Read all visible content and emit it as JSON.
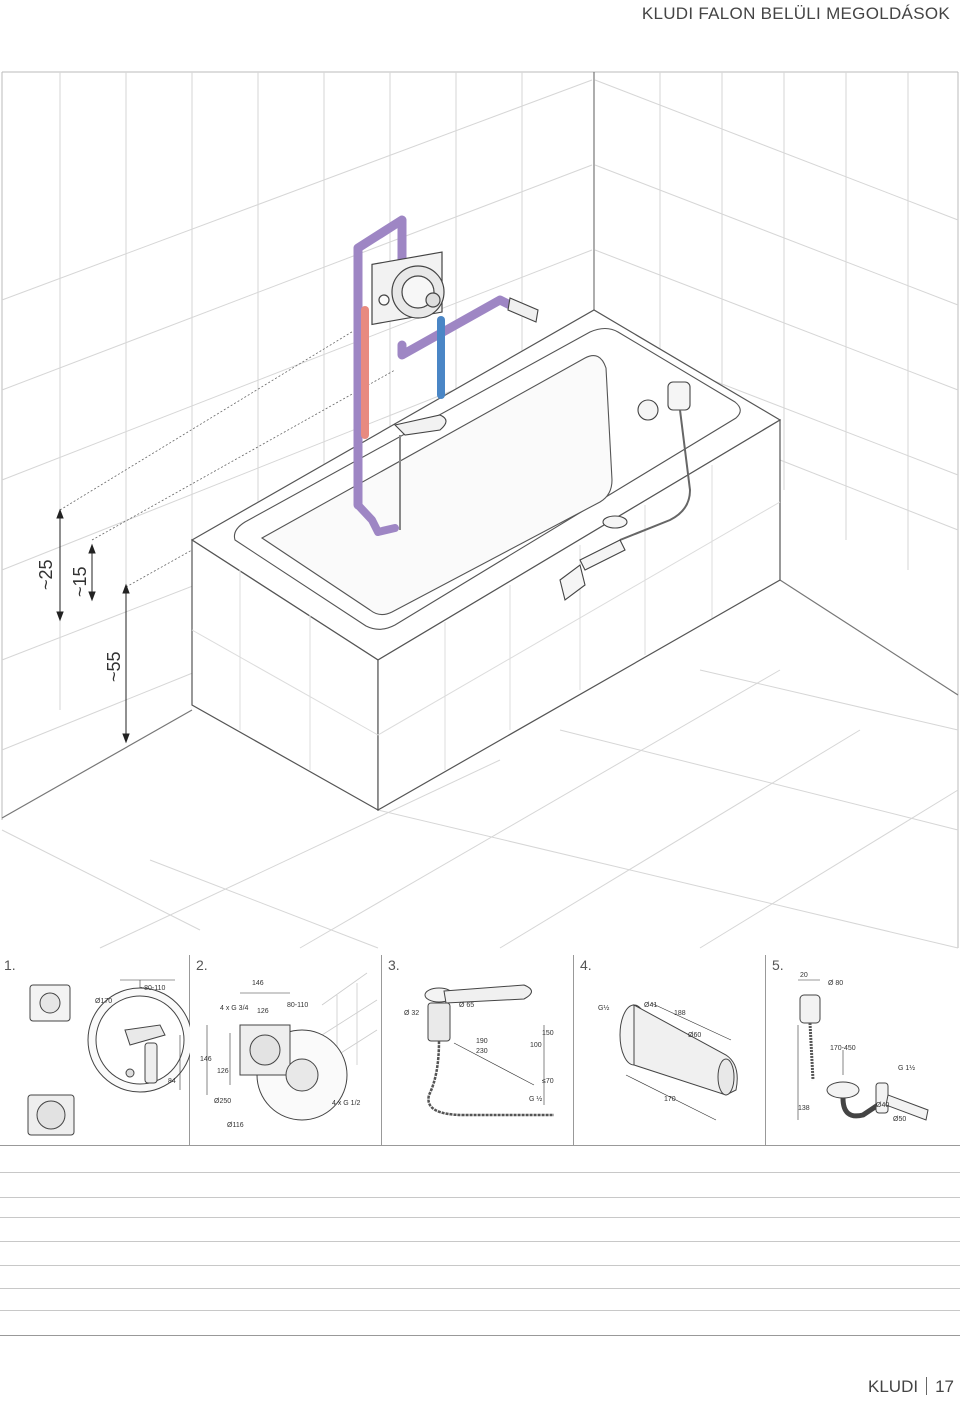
{
  "header": {
    "title": "KLUDI FALON BELÜLI MEGOLDÁSOK"
  },
  "main": {
    "dimensions": [
      "~25",
      "~15",
      "~55"
    ]
  },
  "panels": [
    {
      "number": "1.",
      "labels": [
        "Ø170",
        "~80-110",
        "84"
      ]
    },
    {
      "number": "2.",
      "labels": [
        "146",
        "4 x G 3/4",
        "126",
        "80-110",
        "146",
        "126",
        "Ø250",
        "Ø116",
        "4 x G 1/2"
      ]
    },
    {
      "number": "3.",
      "labels": [
        "Ø 65",
        "Ø 32",
        "190",
        "230",
        "150",
        "100",
        "≤70",
        "G ½"
      ]
    },
    {
      "number": "4.",
      "labels": [
        "G½",
        "Ø41",
        "188",
        "Ø60",
        "170"
      ]
    },
    {
      "number": "5.",
      "labels": [
        "20",
        "Ø 80",
        "170-450",
        "G 1½",
        "138",
        "Ø40",
        "Ø50"
      ]
    }
  ],
  "footer": {
    "brand": "KLUDI",
    "page": "17"
  }
}
